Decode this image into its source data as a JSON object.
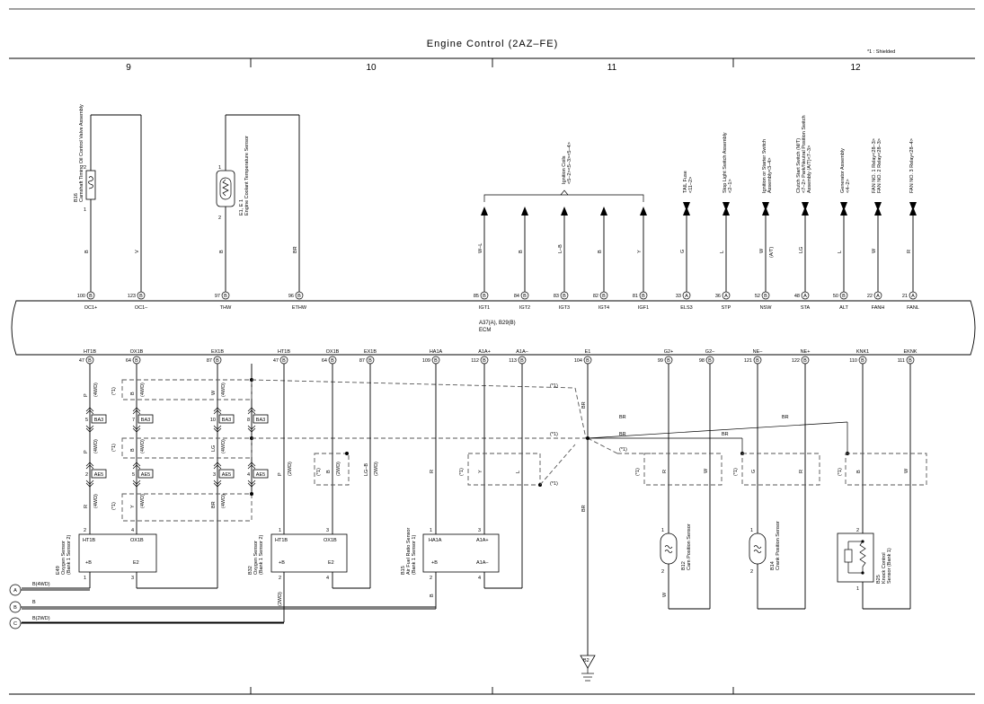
{
  "title": "Engine Control (2AZ–FE)",
  "note": "*1 : Shielded",
  "sections": [
    "9",
    "10",
    "11",
    "12"
  ],
  "ecm": {
    "id": "A37(A), B29(B)",
    "name": "ECM"
  },
  "ground": "B2",
  "bus": [
    {
      "id": "A",
      "label": "B(4WD)"
    },
    {
      "id": "B",
      "label": "B"
    },
    {
      "id": "C",
      "label": "B(2WD)"
    }
  ],
  "shield": "(*1)",
  "top_pins": [
    {
      "num": "100",
      "c": "B",
      "name": "OC1+",
      "wire": "B"
    },
    {
      "num": "123",
      "c": "B",
      "name": "OC1–",
      "wire": "V"
    },
    {
      "num": "97",
      "c": "B",
      "name": "THW",
      "wire": "B"
    },
    {
      "num": "96",
      "c": "B",
      "name": "ETHW",
      "wire": "BR"
    },
    {
      "num": "85",
      "c": "B",
      "name": "IGT1",
      "wire": "W–L"
    },
    {
      "num": "84",
      "c": "B",
      "name": "IGT2",
      "wire": "B"
    },
    {
      "num": "83",
      "c": "B",
      "name": "IGT3",
      "wire": "L–B"
    },
    {
      "num": "82",
      "c": "B",
      "name": "IGT4",
      "wire": "B"
    },
    {
      "num": "81",
      "c": "B",
      "name": "IGF1",
      "wire": "Y"
    },
    {
      "num": "33",
      "c": "A",
      "name": "ELS3",
      "wire": "G"
    },
    {
      "num": "36",
      "c": "A",
      "name": "STP",
      "wire": "L"
    },
    {
      "num": "52",
      "c": "B",
      "name": "NSW",
      "wire": "W",
      "wire2": "(A/T)"
    },
    {
      "num": "48",
      "c": "A",
      "name": "STA",
      "wire": "LG"
    },
    {
      "num": "50",
      "c": "B",
      "name": "ALT",
      "wire": "L"
    },
    {
      "num": "22",
      "c": "A",
      "name": "FANH",
      "wire": "W"
    },
    {
      "num": "21",
      "c": "A",
      "name": "FANL",
      "wire": "R"
    }
  ],
  "top_devices": {
    "ocv": {
      "id": "B16",
      "name": "Camshaft Timing Oil Control Valve Assembly",
      "p1": "1",
      "p2": "2"
    },
    "ect": {
      "id": "E1, E 1",
      "name": "Engine Coolant Temperature Sensor",
      "p1": "1",
      "p2": "2"
    },
    "coils": {
      "name": "Ignition Coils",
      "sub": "<5–2><5–3><5–4>"
    },
    "dests": [
      {
        "name": "TAIL Fuse",
        "sub": "<11–2>"
      },
      {
        "name": "Stop Light Switch Assembly",
        "sub": "<2–1>"
      },
      {
        "name": "Ignition or Starter Switch",
        "sub": "Assembly<3–4>"
      },
      {
        "name": "Clutch Start Switch (M/T)",
        "sub": "<7–2> Park/Neutral Position Switch",
        "sub2": "Assembly (A/T)<7–3>"
      },
      {
        "name": "Generator Assembly",
        "sub": "<4–2>"
      },
      {
        "name": "FAN NO. 1 Relay<28–3>",
        "sub": "FAN NO. 2 Relay<28–3>"
      },
      {
        "name": "FAN NO. 3 Relay<28–4>",
        "sub": ""
      }
    ]
  },
  "bottom_pins": [
    {
      "num": "47",
      "c": "B",
      "name": "HT1B"
    },
    {
      "num": "64",
      "c": "B",
      "name": "OX1B"
    },
    {
      "num": "87",
      "c": "B",
      "name": "EX1B"
    },
    {
      "num": "47",
      "c": "B",
      "name": "HT1B"
    },
    {
      "num": "64",
      "c": "B",
      "name": "OX1B"
    },
    {
      "num": "87",
      "c": "B",
      "name": "EX1B"
    },
    {
      "num": "109",
      "c": "B",
      "name": "HA1A"
    },
    {
      "num": "112",
      "c": "B",
      "name": "A1A+"
    },
    {
      "num": "113",
      "c": "B",
      "name": "A1A–"
    },
    {
      "num": "104",
      "c": "B",
      "name": "E1"
    },
    {
      "num": "99",
      "c": "B",
      "name": "G2+"
    },
    {
      "num": "98",
      "c": "B",
      "name": "G2–"
    },
    {
      "num": "121",
      "c": "B",
      "name": "NE–"
    },
    {
      "num": "122",
      "c": "B",
      "name": "NE+"
    },
    {
      "num": "110",
      "c": "B",
      "name": "KNK1"
    },
    {
      "num": "111",
      "c": "B",
      "name": "EKNK"
    }
  ],
  "connectors": [
    {
      "pin": "5",
      "id": "BA3"
    },
    {
      "pin": "7",
      "id": "BA3"
    },
    {
      "pin": "10",
      "id": "BA3"
    },
    {
      "pin": "8",
      "id": "BA3"
    },
    {
      "pin": "2",
      "id": "AE5"
    },
    {
      "pin": "5",
      "id": "AE5"
    },
    {
      "pin": "3",
      "id": "AE5"
    },
    {
      "pin": "4",
      "id": "AE5"
    }
  ],
  "wire_labels": {
    "p": "P",
    "b": "B",
    "w": "W",
    "lg": "LG",
    "r": "R",
    "y": "Y",
    "br": "BR",
    "g": "G",
    "l": "L",
    "lgb": "LG–B",
    "d4": "(4WD)",
    "d2": "(2WD)"
  },
  "sensors": [
    {
      "id": "E49",
      "name": "Oxygen Sensor",
      "sub": "(Bank 1 Sensor 2)",
      "t1": "HT1B",
      "t2": "OX1B",
      "b1": "+B",
      "b2": "E2",
      "p1": "2",
      "p2": "4",
      "p3": "1",
      "p4": "3"
    },
    {
      "id": "B32",
      "name": "Oxygen Sensor",
      "sub": "(Bank 1 Sensor 2)",
      "t1": "HT1B",
      "t2": "OX1B",
      "b1": "+B",
      "b2": "E2",
      "p1": "1",
      "p2": "3",
      "p3": "2",
      "p4": "4"
    },
    {
      "id": "B15",
      "name": "Air Fuel Ratio Sensor",
      "sub": "(Bank 1 Sensor 1)",
      "t1": "HA1A",
      "t2": "A1A+",
      "b1": "+B",
      "b2": "A1A–",
      "p1": "1",
      "p2": "3",
      "p3": "2",
      "p4": "4"
    },
    {
      "id": "B12",
      "name": "Cam Position Sensor",
      "p1": "1",
      "p2": "2"
    },
    {
      "id": "B14",
      "name": "Crank Position Sensor",
      "p1": "1",
      "p2": "2"
    },
    {
      "id": "B25",
      "name": "Knock Control",
      "sub": "Sensor (Bank 1)",
      "p1": "2",
      "p2": "1"
    }
  ]
}
